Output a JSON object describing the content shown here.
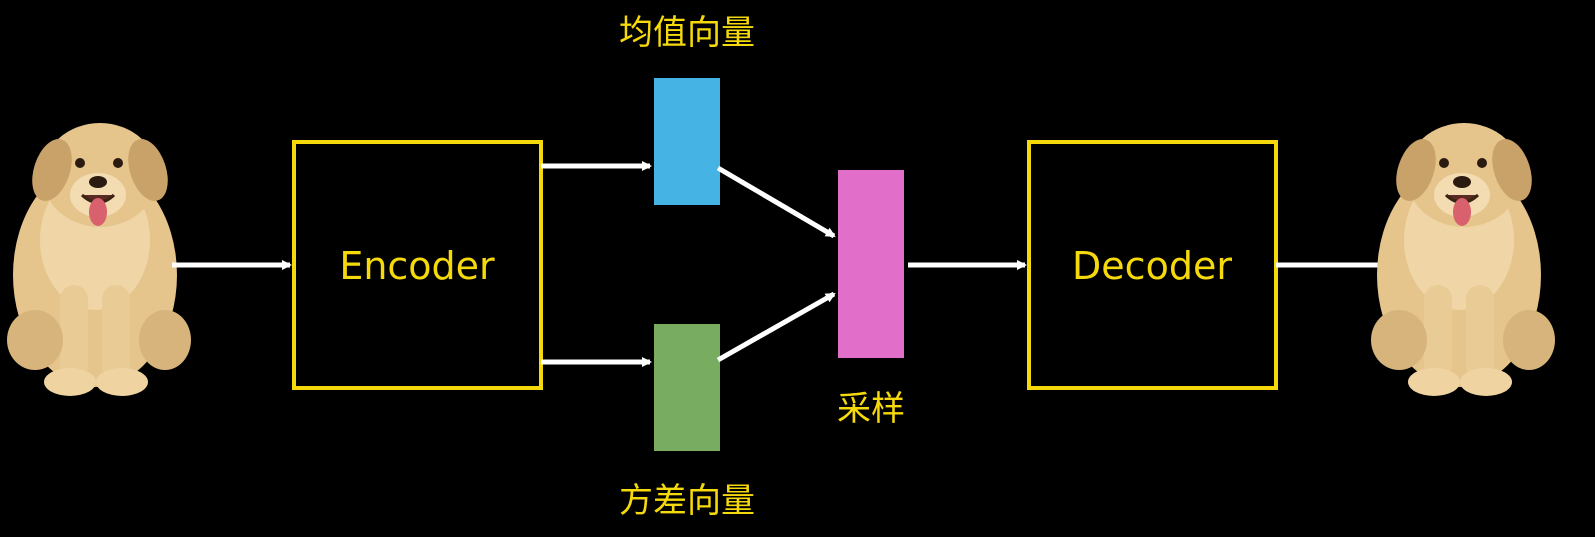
{
  "colors": {
    "background": "#000000",
    "box_stroke": "#f5d90a",
    "text": "#f5d90a",
    "arrow": "#ffffff",
    "mean_vector": "#45b3e4",
    "variance_vector": "#78ad61",
    "sample_vector": "#e16fc9",
    "dog_fur": "#e6c58d",
    "dog_fur_shade": "#c9a26a",
    "dog_tongue": "#d9606d"
  },
  "nodes": {
    "encoder": {
      "label": "Encoder"
    },
    "decoder": {
      "label": "Decoder"
    }
  },
  "labels": {
    "mean": "均值向量",
    "variance": "方差向量",
    "sample": "采样"
  },
  "images": {
    "input": {
      "icon": "puppy-image"
    },
    "output": {
      "icon": "puppy-image"
    }
  }
}
